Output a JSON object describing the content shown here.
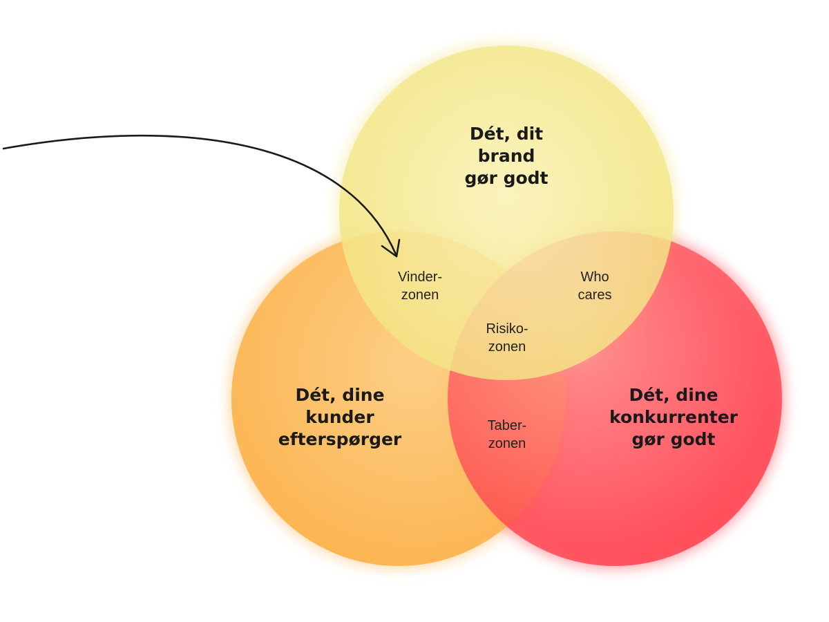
{
  "circles": {
    "brand": {
      "lines": [
        "Dét, dit",
        "brand",
        "gør godt"
      ],
      "color_inner": "#f7eeaa",
      "color_outer": "#f1e07a"
    },
    "customers": {
      "lines": [
        "Dét, dine",
        "kunder",
        "efterspørger"
      ],
      "color_inner": "#fdd088",
      "color_outer": "#fbb04a"
    },
    "competitors": {
      "lines": [
        "Dét, dine",
        "konkurrenter",
        "gør godt"
      ],
      "color_inner": "#ff8080",
      "color_outer": "#ff3040"
    }
  },
  "zones": {
    "winner": [
      "Vinder-",
      "zonen"
    ],
    "who_cares": [
      "Who",
      "cares"
    ],
    "risk": [
      "Risiko-",
      "zonen"
    ],
    "loser": [
      "Taber-",
      "zonen"
    ]
  },
  "arrow": {
    "color": "#1a1a1a"
  }
}
